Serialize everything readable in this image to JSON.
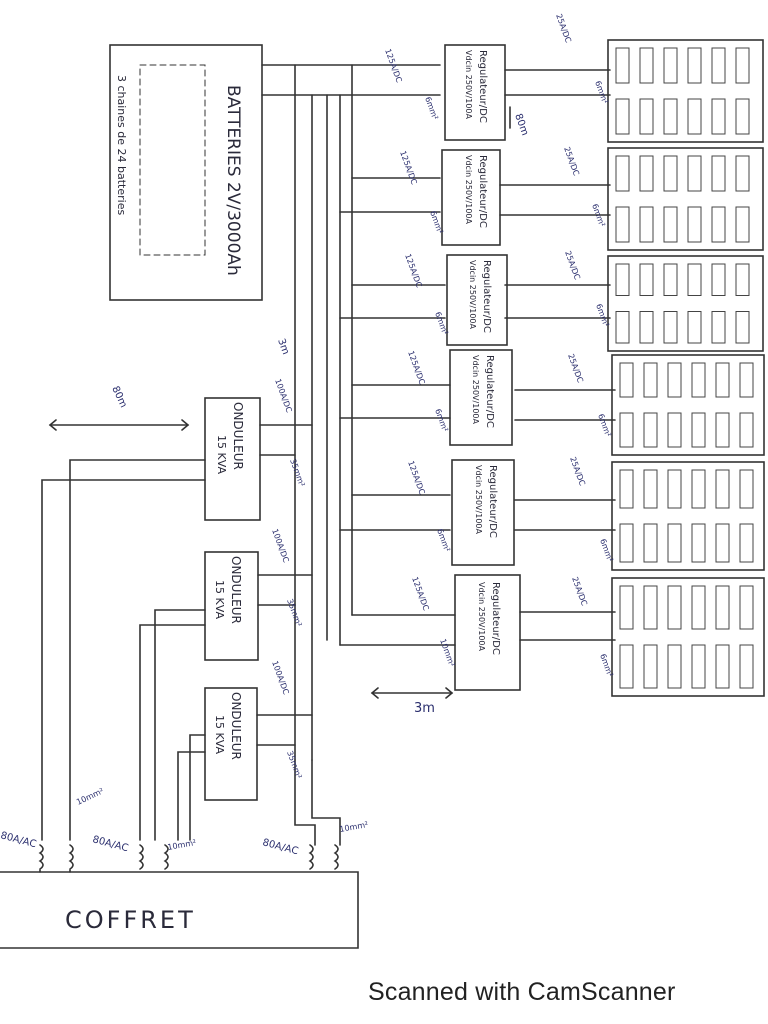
{
  "batteries": {
    "title": "BATTERIES 2V/3000Ah",
    "subtitle": "3 chaines de 24 batteries"
  },
  "regulator": {
    "line1": "Regulateur/DC",
    "line2": "Vdcin 250V/100A"
  },
  "breakers_dc": {
    "input": "125A/DC",
    "output": "25A/DC"
  },
  "cables": {
    "reg": "6mm²",
    "panel": "6mm²",
    "onduleur_in": "35mm²",
    "onduleur_out": "10mm²",
    "reg_last": "10mm²"
  },
  "onduleur": {
    "line1": "ONDULEUR",
    "line2": "15 KVA"
  },
  "onduleur_breaker": "100A/DC",
  "ac_breaker": "80A/AC",
  "distances": {
    "d80a": "80m",
    "d3m_top": "3m",
    "d80b": "80m",
    "d3m_bottom": "3m"
  },
  "coffret": "COFFRET",
  "footer": "Scanned with CamScanner"
}
